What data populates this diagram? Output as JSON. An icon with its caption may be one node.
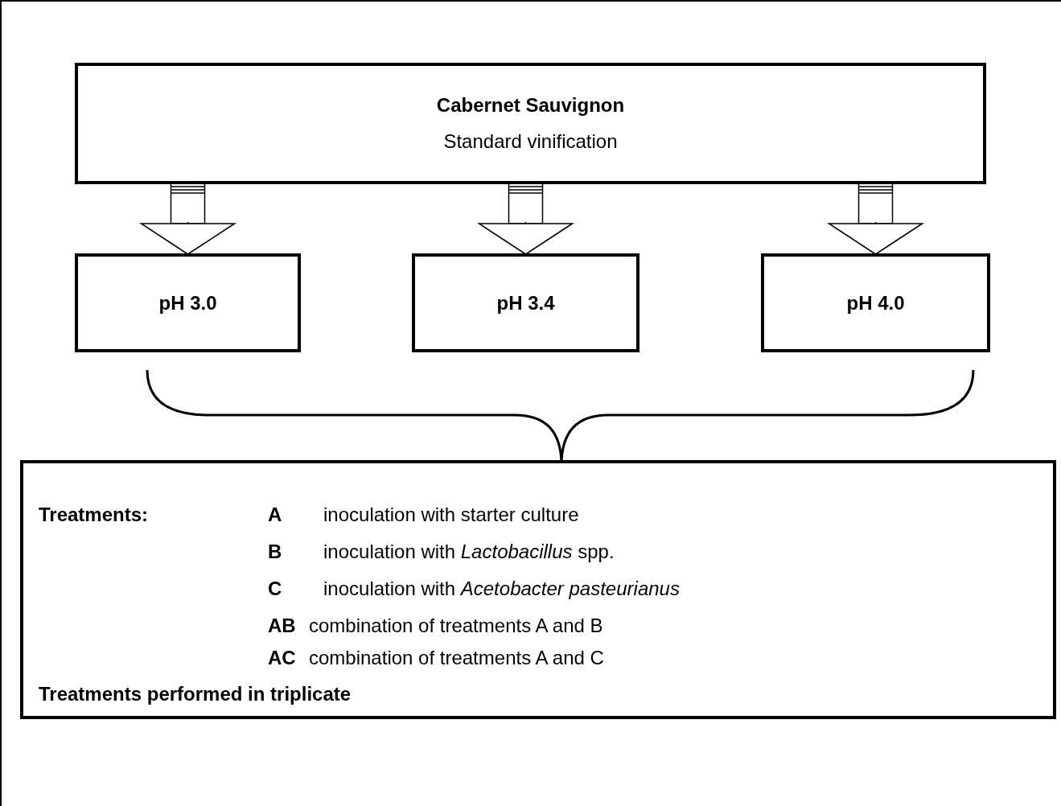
{
  "diagram": {
    "nodes": [
      {
        "text": [
          "Cabernet Sauvignon",
          "Standard vinification"
        ]
      },
      {
        "text": [
          "pH 3.0"
        ]
      },
      {
        "text": [
          "pH 3.4"
        ]
      },
      {
        "text": [
          "pH 4.0"
        ]
      },
      {
        "text": [
          "Treatments:",
          "A",
          "inoculation with starter culture",
          "B",
          "inoculation with *Lactobacillus* spp.",
          "C",
          "inoculation with *Acetobacter pasteurianus*",
          "AB",
          "combination of treatments A and B",
          "AC",
          "combination of treatments A and C",
          "Treatments performed in triplicate"
        ]
      }
    ],
    "edges": [
      {
        "from": 0,
        "to": 1,
        "arrow": "to"
      },
      {
        "from": 0,
        "to": 2,
        "arrow": "to"
      },
      {
        "from": 0,
        "to": 3,
        "arrow": "to"
      }
    ]
  }
}
